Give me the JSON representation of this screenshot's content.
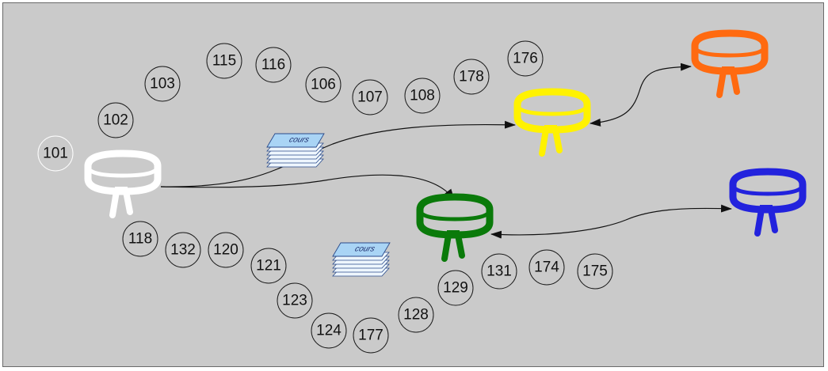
{
  "nodes": [
    "101",
    "102",
    "103",
    "115",
    "116",
    "106",
    "107",
    "108",
    "178",
    "176",
    "118",
    "132",
    "120",
    "121",
    "123",
    "124",
    "177",
    "128",
    "129",
    "131",
    "174",
    "175"
  ],
  "belts": {
    "white": {
      "name": "white-belt",
      "color": "#ffffff"
    },
    "yellow": {
      "name": "yellow-belt",
      "color": "#fff200"
    },
    "orange": {
      "name": "orange-belt",
      "color": "#ff6a10"
    },
    "green": {
      "name": "green-belt",
      "color": "#0a7a0a"
    },
    "blue": {
      "name": "blue-belt",
      "color": "#2222dd"
    }
  },
  "books": [
    {
      "label": "cours",
      "icon": "book-stack-icon"
    },
    {
      "label": "cours",
      "icon": "book-stack-icon"
    }
  ],
  "colors": {
    "background": "#cacaca",
    "book_cover": "#a9d4f5",
    "arrow": "#111111"
  }
}
